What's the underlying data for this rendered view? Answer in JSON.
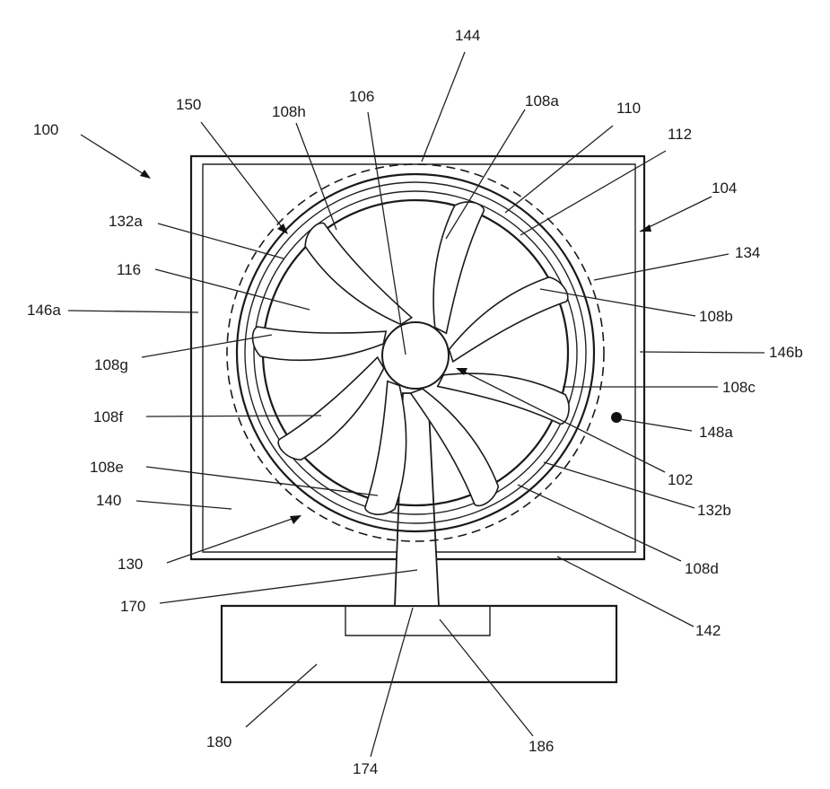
{
  "figure": {
    "labels": {
      "l100": "100",
      "l144": "144",
      "l150": "150",
      "l108h": "108h",
      "l106": "106",
      "l108a": "108a",
      "l110": "110",
      "l112": "112",
      "l104": "104",
      "l132a": "132a",
      "l134": "134",
      "l116": "116",
      "l146a": "146a",
      "l108b": "108b",
      "l108g": "108g",
      "l146b": "146b",
      "l108c": "108c",
      "l108f": "108f",
      "l148a": "148a",
      "l108e": "108e",
      "l102": "102",
      "l140": "140",
      "l132b": "132b",
      "l130": "130",
      "l108d": "108d",
      "l170": "170",
      "l142": "142",
      "l180": "180",
      "l174": "174",
      "l186": "186"
    }
  }
}
